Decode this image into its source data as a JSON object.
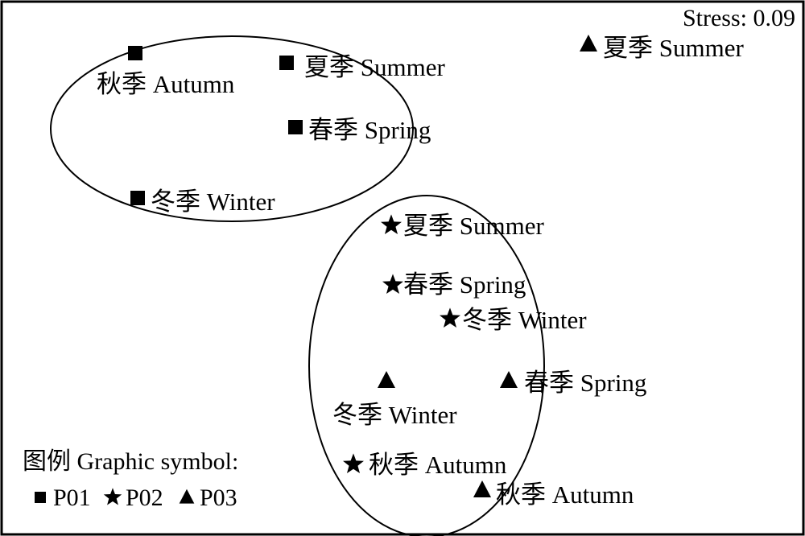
{
  "chart_data": {
    "type": "scatter",
    "title": "",
    "xlabel": "",
    "ylabel": "",
    "stress_label": "Stress: 0.09",
    "grid": false,
    "axes_visible": false,
    "legend_placement": "bottom-left",
    "legend": {
      "title": "图例 Graphic symbol:",
      "entries": [
        {
          "label": "P01",
          "marker": "square"
        },
        {
          "label": "P02",
          "marker": "star"
        },
        {
          "label": "P03",
          "marker": "triangle"
        }
      ]
    },
    "series": [
      {
        "name": "P01",
        "marker": "square",
        "points": [
          {
            "label": "秋季 Autumn"
          },
          {
            "label": "夏季 Summer"
          },
          {
            "label": "春季 Spring"
          },
          {
            "label": "冬季 Winter"
          }
        ]
      },
      {
        "name": "P02",
        "marker": "star",
        "points": [
          {
            "label": "夏季 Summer"
          },
          {
            "label": "春季 Spring"
          },
          {
            "label": "冬季 Winter"
          },
          {
            "label": "秋季 Autumn"
          }
        ]
      },
      {
        "name": "P03",
        "marker": "triangle",
        "points": [
          {
            "label": "夏季 Summer"
          },
          {
            "label": "冬季 Winter"
          },
          {
            "label": "春季 Spring"
          },
          {
            "label": "秋季 Autumn"
          }
        ]
      }
    ],
    "groupings": [
      {
        "members": "P01 all seasons",
        "shape": "ellipse"
      },
      {
        "members": "P02 all seasons + P03 Winter, Spring, Autumn",
        "shape": "ellipse"
      }
    ]
  }
}
